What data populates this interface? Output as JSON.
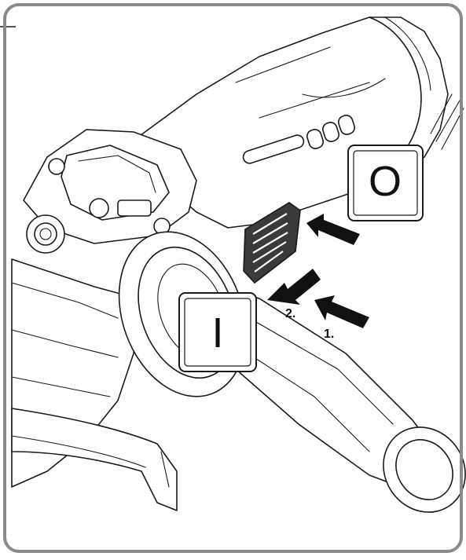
{
  "figure": {
    "off_symbol": "O",
    "on_symbol": "I",
    "step_labels": [
      "1.",
      "2."
    ],
    "colors": {
      "frame": "#8a8a8a",
      "ink": "#1a1a1a",
      "switch": "#3a3a3a",
      "background": "#ffffff"
    }
  }
}
